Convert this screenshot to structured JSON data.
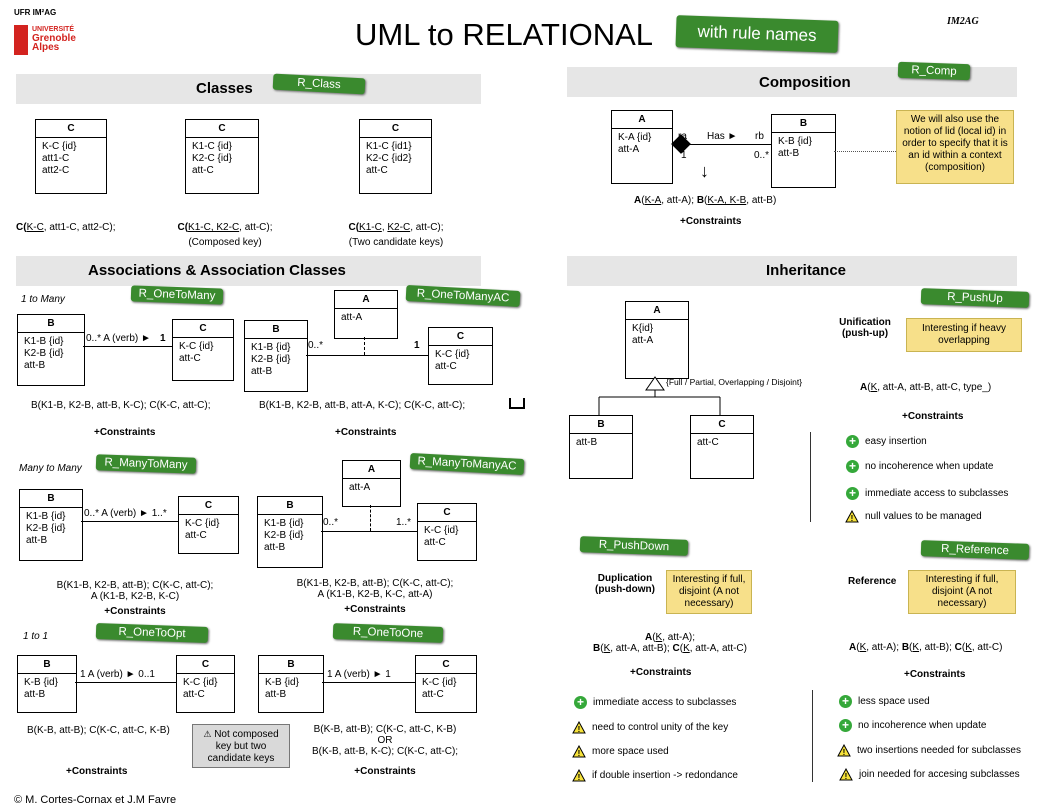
{
  "header": {
    "logo_top": "UFR IM²AG",
    "logo_univ": "UNIVERSITÉ",
    "logo_city1": "Grenoble",
    "logo_city2": "Alpes",
    "title": "UML to RELATIONAL",
    "title_tag": "with rule names",
    "im2ag": "IM2AG"
  },
  "footer": "© M. Cortes-Cornax et J.M Favre",
  "classes": {
    "band": "Classes",
    "tag": "R_Class",
    "c1": {
      "name": "C",
      "attrs": [
        "K-C {id}",
        "att1-C",
        "att2-C"
      ]
    },
    "c2": {
      "name": "C",
      "attrs": [
        "K1-C {id}",
        "K2-C {id}",
        "att-C"
      ]
    },
    "c3": {
      "name": "C",
      "attrs": [
        "K1-C {id1}",
        "K2-C {id2}",
        "att-C"
      ]
    },
    "rel1": {
      "a": "C(",
      "u": "K-C",
      "b": ", att1-C, att2-C);"
    },
    "rel2": {
      "a": "C(",
      "u": "K1-C, K2-C",
      "b": ", att-C);",
      "note": "(Composed key)"
    },
    "rel3": {
      "a": "C(",
      "u1": "K1-C",
      "m": ", ",
      "u2": "K2-C",
      "b": ", att-C);",
      "note": "(Two candidate keys)"
    }
  },
  "assoc": {
    "band": "Associations & Association Classes",
    "one_to_many": {
      "label": "1 to Many",
      "tag": "R_OneToMany",
      "B": {
        "name": "B",
        "attrs": [
          "K1-B {id}",
          "K2-B {id}",
          "att-B"
        ]
      },
      "C": {
        "name": "C",
        "attrs": [
          "K-C {id}",
          "att-C"
        ]
      },
      "mult_left": "0..* A (verb) ►",
      "mult_right": "1",
      "rel": "B(K1-B, K2-B, att-B, K-C); C(K-C, att-C);",
      "constraints": "+Constraints"
    },
    "one_to_many_ac": {
      "tag": "R_OneToManyAC",
      "A": {
        "name": "A",
        "attrs": [
          "att-A"
        ]
      },
      "B": {
        "name": "B",
        "attrs": [
          "K1-B {id}",
          "K2-B {id}",
          "att-B"
        ]
      },
      "C": {
        "name": "C",
        "attrs": [
          "K-C {id}",
          "att-C"
        ]
      },
      "mult_left": "0..*",
      "mult_right": "1",
      "rel": "B(K1-B, K2-B, att-B, att-A, K-C); C(K-C, att-C);",
      "constraints": "+Constraints"
    },
    "many_to_many": {
      "label": "Many to Many",
      "tag": "R_ManyToMany",
      "B": {
        "name": "B",
        "attrs": [
          "K1-B {id}",
          "K2-B {id}",
          "att-B"
        ]
      },
      "C": {
        "name": "C",
        "attrs": [
          "K-C {id}",
          "att-C"
        ]
      },
      "mult": "0..*  A (verb) ► 1..*",
      "rel1": "B(K1-B, K2-B, att-B); C(K-C, att-C);",
      "rel2": "A (K1-B, K2-B, K-C)",
      "constraints": "+Constraints"
    },
    "many_to_many_ac": {
      "tag": "R_ManyToManyAC",
      "A": {
        "name": "A",
        "attrs": [
          "att-A"
        ]
      },
      "B": {
        "name": "B",
        "attrs": [
          "K1-B {id}",
          "K2-B {id}",
          "att-B"
        ]
      },
      "C": {
        "name": "C",
        "attrs": [
          "K-C {id}",
          "att-C"
        ]
      },
      "mult_left": "0..*",
      "mult_right": "1..*",
      "rel1": "B(K1-B, K2-B, att-B); C(K-C, att-C);",
      "rel2": "A (K1-B, K2-B, K-C, att-A)",
      "constraints": "+Constraints"
    },
    "one_to_opt": {
      "label": "1 to 1",
      "tag": "R_OneToOpt",
      "B": {
        "name": "B",
        "attrs": [
          "K-B {id}",
          "att-B"
        ]
      },
      "C": {
        "name": "C",
        "attrs": [
          "K-C {id}",
          "att-C"
        ]
      },
      "mult": "1 A (verb) ►     0..1",
      "rel": "B(K-B, att-B); C(K-C, att-C, K-B)",
      "note": "Not composed key but two candidate keys",
      "constraints": "+Constraints"
    },
    "one_to_one": {
      "tag": "R_OneToOne",
      "B": {
        "name": "B",
        "attrs": [
          "K-B {id}",
          "att-B"
        ]
      },
      "C": {
        "name": "C",
        "attrs": [
          "K-C {id}",
          "att-C"
        ]
      },
      "mult": "1   A (verb) ►     1",
      "rel1": "B(K-B, att-B); C(K-C, att-C, K-B)",
      "or": "OR",
      "rel2": "B(K-B, att-B, K-C); C(K-C, att-C);",
      "constraints": "+Constraints"
    }
  },
  "composition": {
    "band": "Composition",
    "tag": "R_Comp",
    "A": {
      "name": "A",
      "attrs": [
        "K-A {id}",
        "att-A"
      ]
    },
    "B": {
      "name": "B",
      "attrs": [
        "K-B {id}",
        "att-B"
      ]
    },
    "ra": "ra",
    "has": "Has ►",
    "rb": "rb",
    "mult_left": "1",
    "mult_right": "0..*",
    "note": "We will also use the notion of lid (local id) in order to specify that it is an id within a context (composition)",
    "rel": "A(K-A, att-A); B(K-A, K-B, att-B)",
    "constraints": "+Constraints"
  },
  "inheritance": {
    "band": "Inheritance",
    "A": {
      "name": "A",
      "attrs": [
        "K{id}",
        "att-A"
      ]
    },
    "B": {
      "name": "B",
      "attrs": [
        "att-B"
      ]
    },
    "C": {
      "name": "C",
      "attrs": [
        "att-C"
      ]
    },
    "constraint_label": "{Full / Partial, Overlapping / Disjoint}",
    "pushup": {
      "tag": "R_PushUp",
      "title1": "Unification",
      "title2": "(push-up)",
      "note": "Interesting if heavy overlapping",
      "rel": "A(K, att-A, att-B, att-C, type_)",
      "constraints": "+Constraints",
      "items": [
        {
          "kind": "ok",
          "text": "easy insertion"
        },
        {
          "kind": "ok",
          "text": "no incoherence when update"
        },
        {
          "kind": "ok",
          "text": "immediate access to subclasses"
        },
        {
          "kind": "warn",
          "text": "null values to be managed"
        }
      ]
    },
    "pushdown": {
      "tag": "R_PushDown",
      "title1": "Duplication",
      "title2": "(push-down)",
      "note": "Interesting if full, disjoint (A not necessary)",
      "rel1": "A(K, att-A);",
      "rel2": "B(K, att-A, att-B); C(K, att-A, att-C)",
      "constraints": "+Constraints",
      "items": [
        {
          "kind": "ok",
          "text": "immediate access to subclasses"
        },
        {
          "kind": "warn",
          "text": "need to control unity of the key"
        },
        {
          "kind": "warn",
          "text": "more space used"
        },
        {
          "kind": "warn",
          "text": "if double insertion -> redondance"
        }
      ]
    },
    "reference": {
      "tag": "R_Reference",
      "title": "Reference",
      "note": "Interesting if full, disjoint (A not necessary)",
      "rel": "A(K, att-A); B(K, att-B); C(K, att-C)",
      "constraints": "+Constraints",
      "items": [
        {
          "kind": "ok",
          "text": "less space used"
        },
        {
          "kind": "ok",
          "text": "no incoherence when update"
        },
        {
          "kind": "warn",
          "text": "two insertions needed for subclasses"
        },
        {
          "kind": "warn",
          "text": "join needed for accesing subclasses"
        }
      ]
    }
  }
}
